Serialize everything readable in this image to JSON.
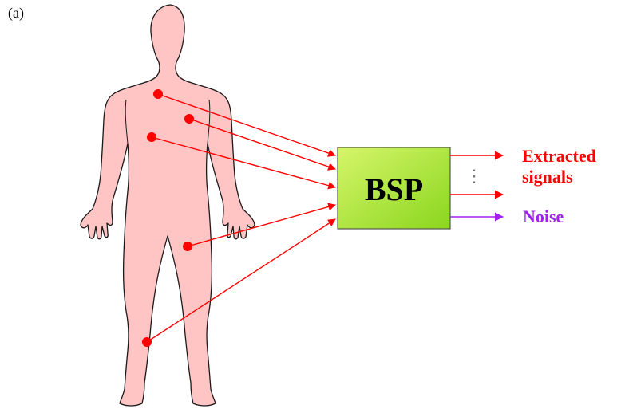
{
  "panel_label": "(a)",
  "block": {
    "label": "BSP",
    "fill_top": "#d6f56a",
    "fill_bottom": "#8ad61e",
    "border": "#555555"
  },
  "outputs": {
    "signals_line1": "Extracted",
    "signals_line2": "signals",
    "noise": "Noise",
    "ellipsis": "⋮"
  },
  "colors": {
    "body_fill": "#ffc4c4",
    "body_outline": "#1a1a1a",
    "electrode": "#ff0000",
    "signal_arrow": "#ff0000",
    "noise_arrow": "#a020f0"
  }
}
